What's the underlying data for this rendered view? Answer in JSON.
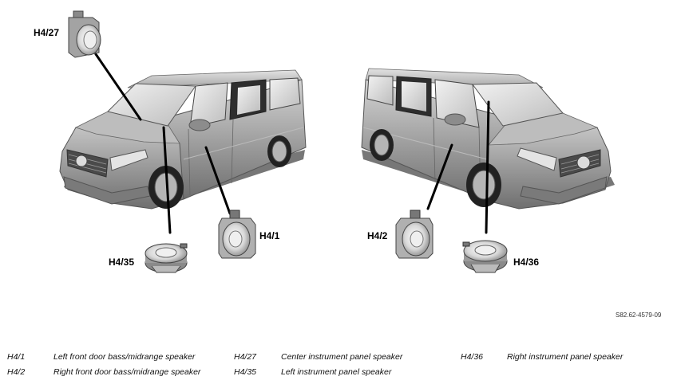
{
  "figure_ref": "S82.62-4579-09",
  "callouts": {
    "h4_27": "H4/27",
    "h4_35": "H4/35",
    "h4_1": "H4/1",
    "h4_2": "H4/2",
    "h4_36": "H4/36"
  },
  "legend": [
    {
      "code": "H4/1",
      "desc": "Left front door bass/midrange speaker"
    },
    {
      "code": "H4/2",
      "desc": "Right front door bass/midrange speaker"
    },
    {
      "code": "H4/27",
      "desc": "Center instrument panel speaker"
    },
    {
      "code": "H4/35",
      "desc": "Left instrument panel speaker"
    },
    {
      "code": "H4/36",
      "desc": "Right instrument panel speaker"
    }
  ]
}
